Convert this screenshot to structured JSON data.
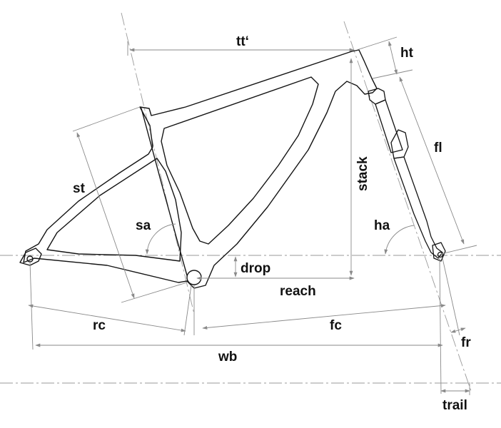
{
  "labels": {
    "top_tube": "tt‘",
    "head_tube": "ht",
    "seat_tube": "st",
    "stack": "stack",
    "fork_length": "fl",
    "seat_angle": "sa",
    "head_angle": "ha",
    "drop": "drop",
    "reach": "reach",
    "rear_center": "rc",
    "front_center": "fc",
    "fork_rake": "fr",
    "wheelbase": "wb",
    "trail": "trail"
  }
}
